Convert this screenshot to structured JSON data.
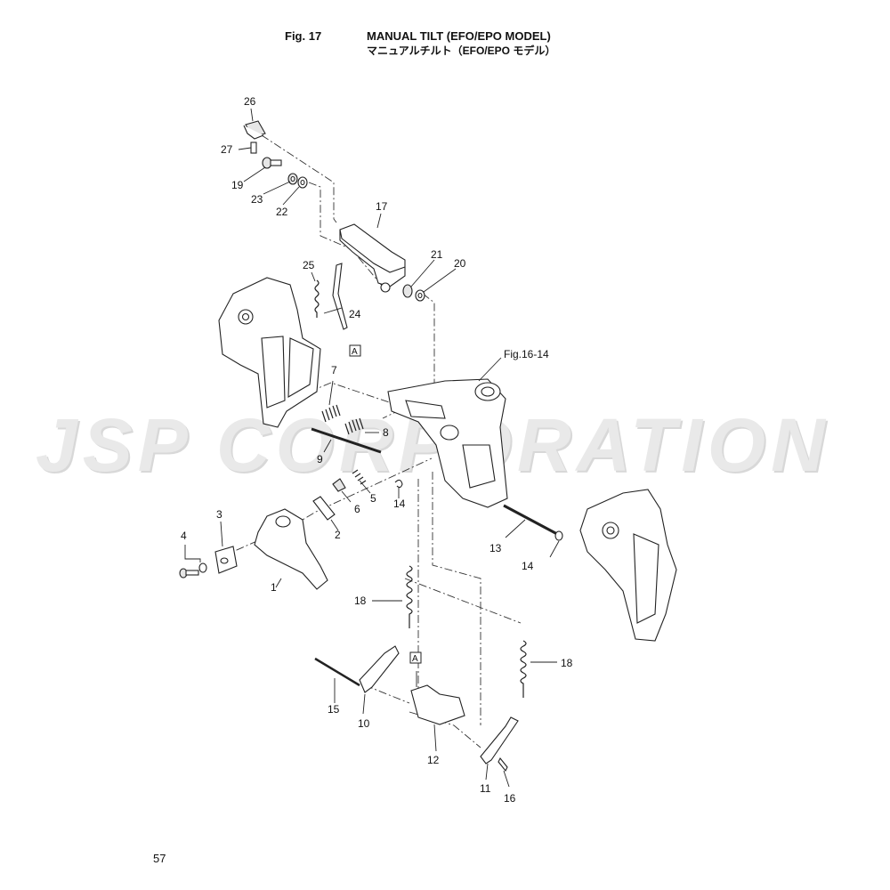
{
  "header": {
    "fig": "Fig. 17",
    "title": "MANUAL TILT (EFO/EPO MODEL)",
    "subtitle": "マニュアルチルト（EFO/EPO モデル）"
  },
  "watermark": "JSP CORPORATION",
  "page_number": "57",
  "reference": "Fig.16-14",
  "boxed_labels": [
    "A",
    "A"
  ],
  "callouts": {
    "c1": "1",
    "c2": "2",
    "c3": "3",
    "c4": "4",
    "c5": "5",
    "c6": "6",
    "c7": "7",
    "c8": "8",
    "c9": "9",
    "c10": "10",
    "c11": "11",
    "c12": "12",
    "c13": "13",
    "c14a": "14",
    "c14b": "14",
    "c15": "15",
    "c16": "16",
    "c17": "17",
    "c18a": "18",
    "c18b": "18",
    "c19": "19",
    "c20": "20",
    "c21": "21",
    "c22": "22",
    "c23": "23",
    "c24": "24",
    "c25": "25",
    "c26": "26",
    "c27": "27"
  }
}
